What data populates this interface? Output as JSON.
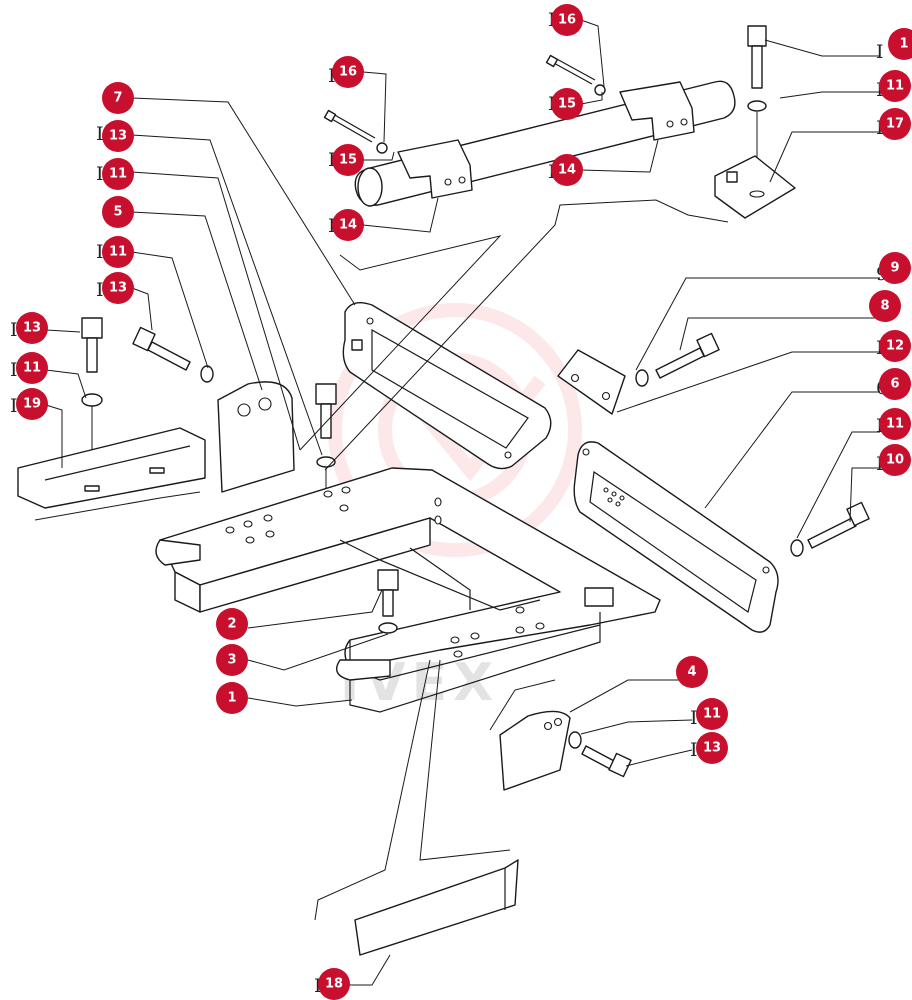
{
  "callouts": [
    {
      "id": "c1",
      "label": "7"
    },
    {
      "id": "c2",
      "label": "13"
    },
    {
      "id": "c3",
      "label": "11"
    },
    {
      "id": "c4",
      "label": "5"
    },
    {
      "id": "c5",
      "label": "11"
    },
    {
      "id": "c6",
      "label": "13"
    },
    {
      "id": "c7",
      "label": "13"
    },
    {
      "id": "c8",
      "label": "11"
    },
    {
      "id": "c9",
      "label": "19"
    },
    {
      "id": "c10",
      "label": "16"
    },
    {
      "id": "c11",
      "label": "15"
    },
    {
      "id": "c12",
      "label": "14"
    },
    {
      "id": "c13",
      "label": "16"
    },
    {
      "id": "c14",
      "label": "15"
    },
    {
      "id": "c15",
      "label": "14"
    },
    {
      "id": "c16",
      "label": "1"
    },
    {
      "id": "c17",
      "label": "11"
    },
    {
      "id": "c18",
      "label": "17"
    },
    {
      "id": "c19",
      "label": "9"
    },
    {
      "id": "c20",
      "label": "8"
    },
    {
      "id": "c21",
      "label": "12"
    },
    {
      "id": "c22",
      "label": "6"
    },
    {
      "id": "c23",
      "label": "11"
    },
    {
      "id": "c24",
      "label": "10"
    },
    {
      "id": "c25",
      "label": "2"
    },
    {
      "id": "c26",
      "label": "3"
    },
    {
      "id": "c27",
      "label": "1"
    },
    {
      "id": "c28",
      "label": "4"
    },
    {
      "id": "c29",
      "label": "11"
    },
    {
      "id": "c30",
      "label": "13"
    },
    {
      "id": "c31",
      "label": "18"
    }
  ],
  "watermark": {
    "text": "IVEX",
    "color": "#e83a4a"
  },
  "colors": {
    "callout": "#c8102e",
    "line": "#1a1a1a"
  }
}
